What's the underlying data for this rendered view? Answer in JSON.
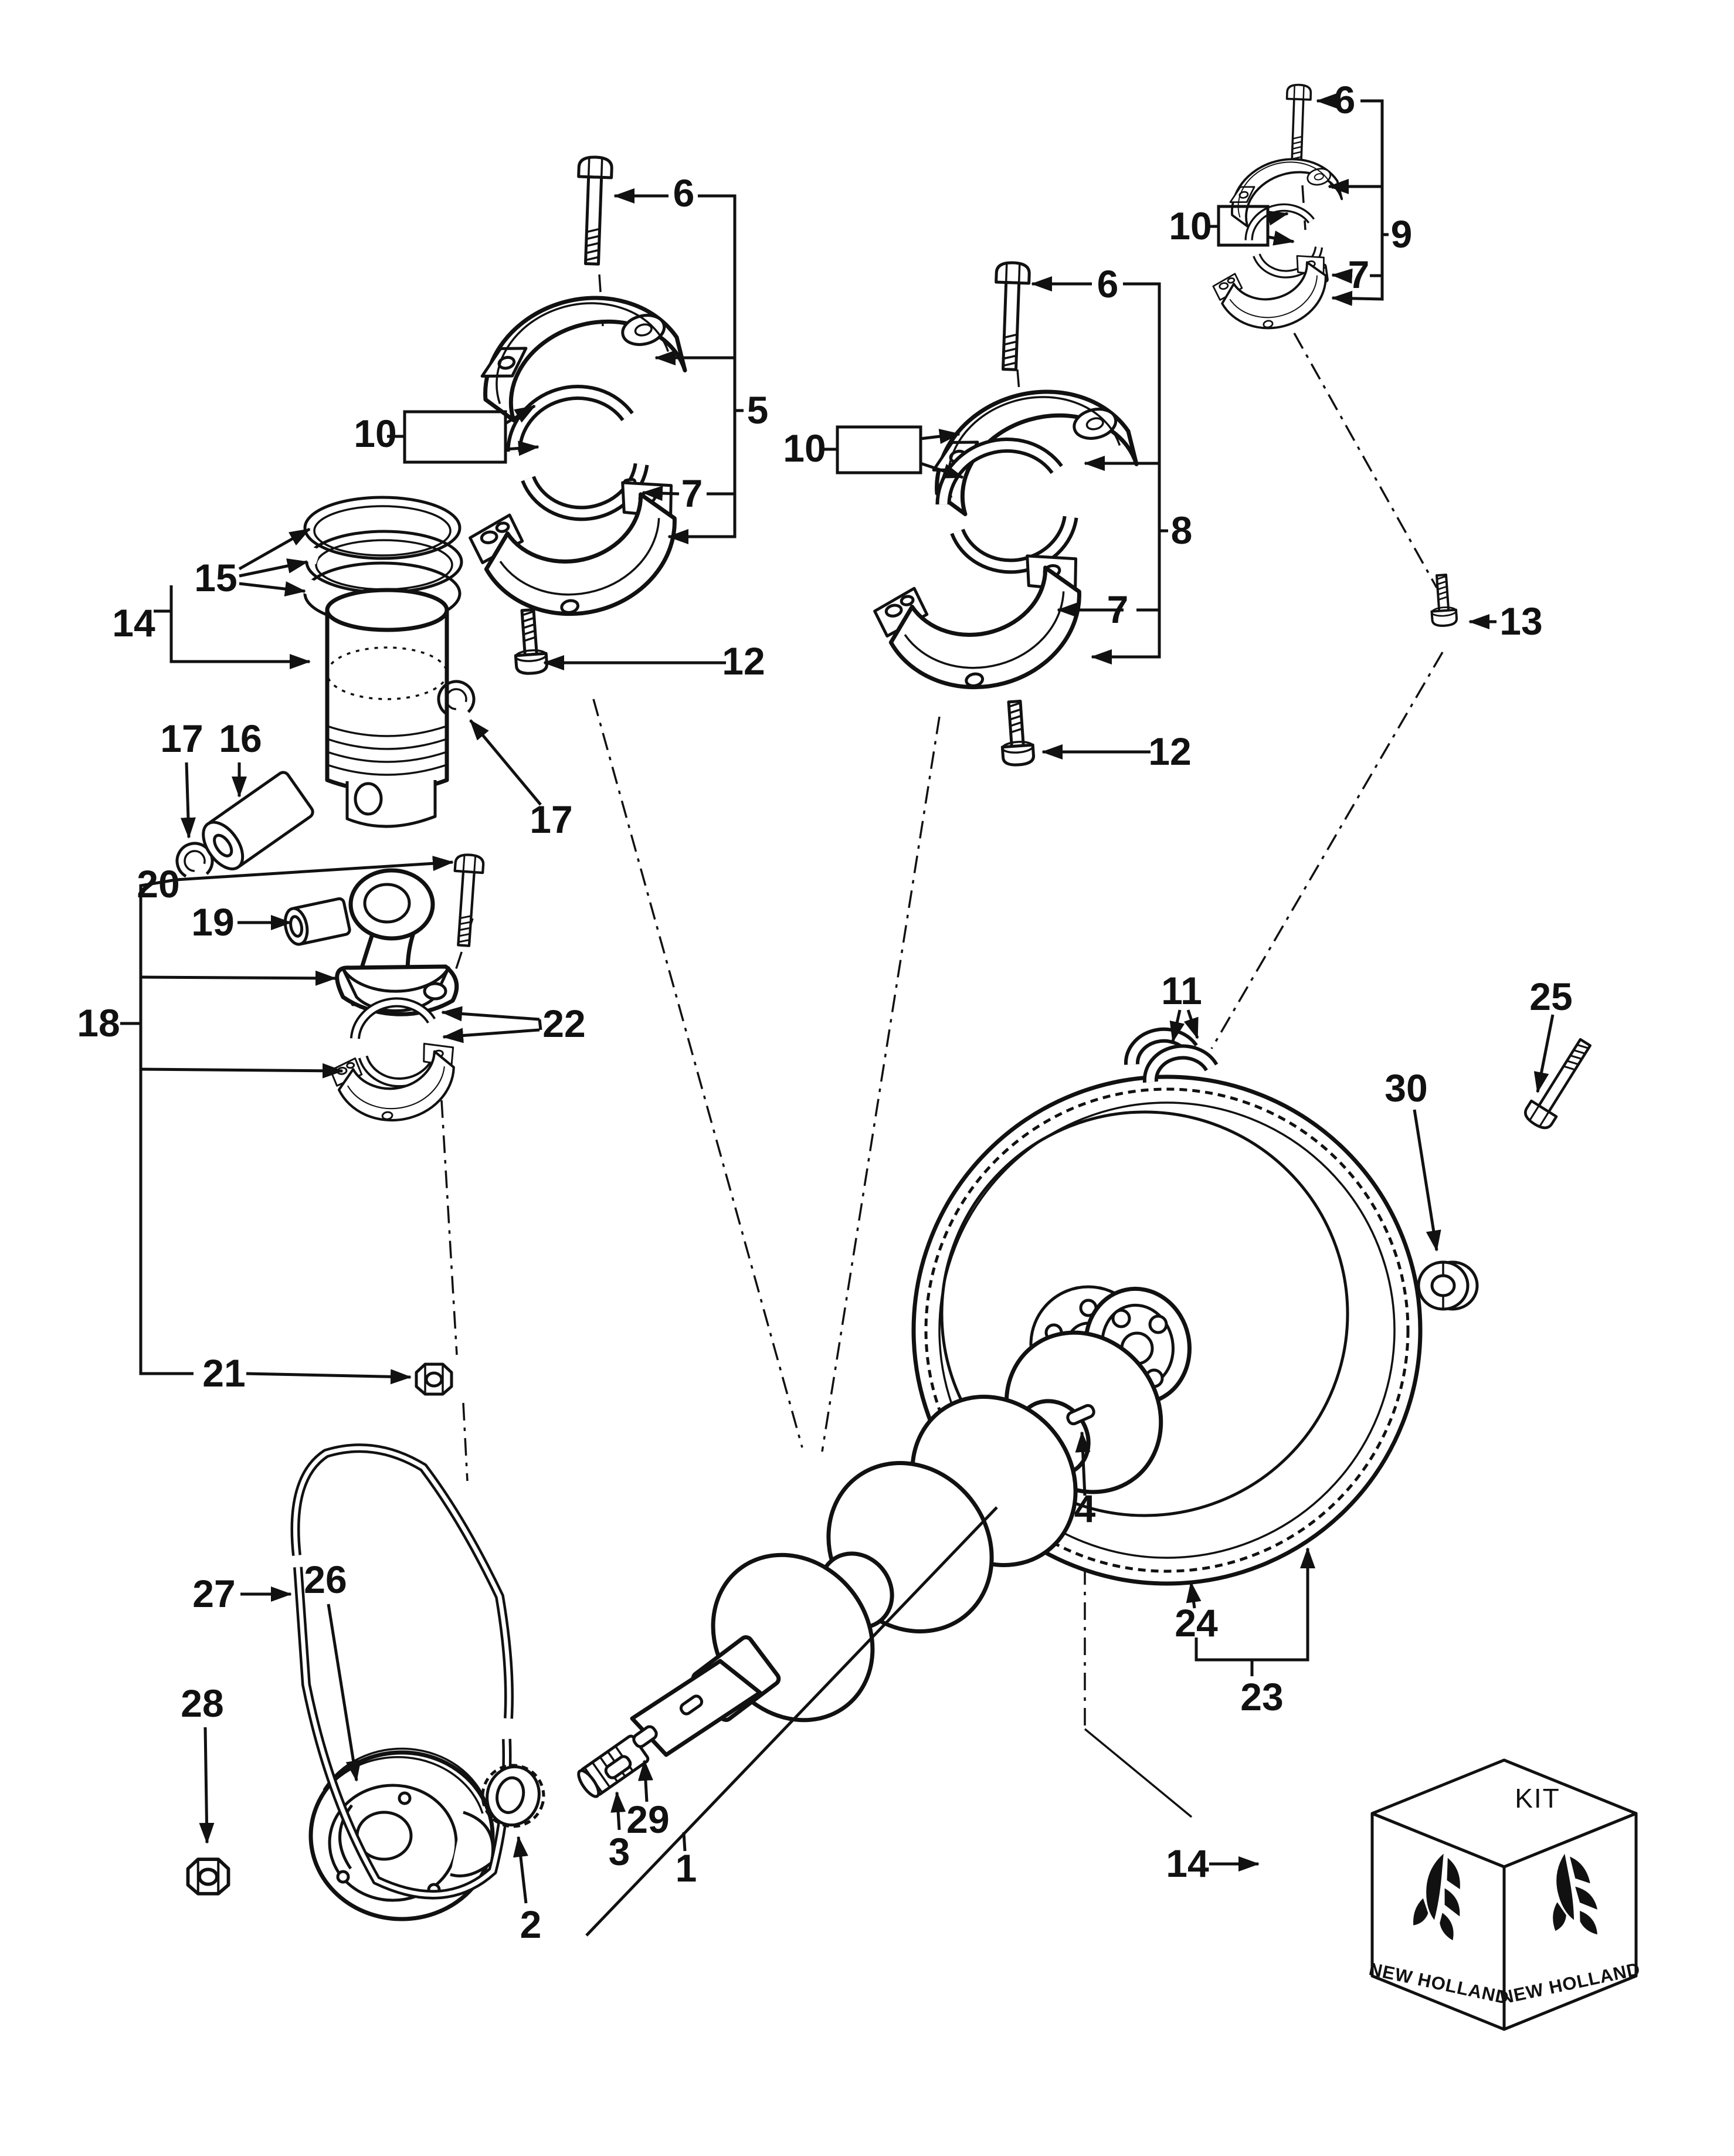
{
  "diagram": {
    "colors": {
      "line": "#111111",
      "background": "#ffffff"
    },
    "callouts": {
      "c1": {
        "text": "1"
      },
      "c2": {
        "text": "2"
      },
      "c3": {
        "text": "3"
      },
      "c4": {
        "text": "4"
      },
      "c5": {
        "text": "5"
      },
      "c6a": {
        "text": "6"
      },
      "c6b": {
        "text": "6"
      },
      "c6c": {
        "text": "6"
      },
      "c7a": {
        "text": "7"
      },
      "c7b": {
        "text": "7"
      },
      "c7c": {
        "text": "7"
      },
      "c8": {
        "text": "8"
      },
      "c9": {
        "text": "9"
      },
      "c10a": {
        "text": "10"
      },
      "c10b": {
        "text": "10"
      },
      "c10c": {
        "text": "10"
      },
      "c11": {
        "text": "11"
      },
      "c12a": {
        "text": "12"
      },
      "c12b": {
        "text": "12"
      },
      "c13": {
        "text": "13"
      },
      "c14": {
        "text": "14"
      },
      "c14kit": {
        "text": "14"
      },
      "c15": {
        "text": "15"
      },
      "c16": {
        "text": "16"
      },
      "c17a": {
        "text": "17"
      },
      "c17b": {
        "text": "17"
      },
      "c18": {
        "text": "18"
      },
      "c19": {
        "text": "19"
      },
      "c20": {
        "text": "20"
      },
      "c21": {
        "text": "21"
      },
      "c22": {
        "text": "22"
      },
      "c23": {
        "text": "23"
      },
      "c24": {
        "text": "24"
      },
      "c25": {
        "text": "25"
      },
      "c26": {
        "text": "26"
      },
      "c27": {
        "text": "27"
      },
      "c28": {
        "text": "28"
      },
      "c29": {
        "text": "29"
      },
      "c30": {
        "text": "30"
      }
    },
    "kit_box": {
      "top_label": "KIT",
      "brand_left": "NEW HOLLAND",
      "brand_right": "NEW HOLLAND"
    }
  }
}
